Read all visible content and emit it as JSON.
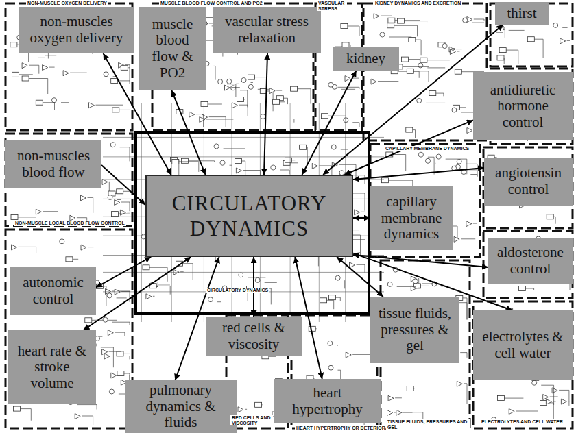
{
  "diagram": {
    "nodes": [
      {
        "text": [
          "non-muscles oxygen delivery"
        ]
      },
      {
        "text": [
          "muscle blood flow & PO2"
        ]
      },
      {
        "text": [
          "vascular stress relaxation"
        ]
      },
      {
        "text": [
          "kidney"
        ]
      },
      {
        "text": [
          "thirst"
        ]
      },
      {
        "text": [
          "antidiuretic hormone control"
        ]
      },
      {
        "text": [
          "non-muscles blood flow"
        ]
      },
      {
        "text": [
          "angiotensin control"
        ]
      },
      {
        "text": [
          "CIRCULATORY DYNAMICS"
        ]
      },
      {
        "text": [
          "capillary membrane dynamics"
        ]
      },
      {
        "text": [
          "aldosterone control"
        ]
      },
      {
        "text": [
          "autonomic control"
        ]
      },
      {
        "text": [
          "red cells & viscosity"
        ]
      },
      {
        "text": [
          "tissue fluids, pressures & gel"
        ]
      },
      {
        "text": [
          "electrolytes & cell water"
        ]
      },
      {
        "text": [
          "heart rate & stroke volume"
        ]
      },
      {
        "text": [
          "pulmonary dynamics & fluids"
        ]
      },
      {
        "text": [
          "heart hypertrophy"
        ]
      }
    ],
    "edges": [
      {
        "from": 0,
        "to": 8,
        "arrow": "both"
      },
      {
        "from": 1,
        "to": 8,
        "arrow": "both"
      },
      {
        "from": 2,
        "to": 8,
        "arrow": "both"
      },
      {
        "from": 3,
        "to": 8,
        "arrow": "both"
      },
      {
        "from": 4,
        "to": 8,
        "arrow": "both"
      },
      {
        "from": 5,
        "to": 8,
        "arrow": "both"
      },
      {
        "from": 6,
        "to": 8,
        "arrow": "to"
      },
      {
        "from": 7,
        "to": 8,
        "arrow": "both"
      },
      {
        "from": 9,
        "to": 8,
        "arrow": "both"
      },
      {
        "from": 10,
        "to": 8,
        "arrow": "both"
      },
      {
        "from": 11,
        "to": 8,
        "arrow": "both"
      },
      {
        "from": 12,
        "to": 8,
        "arrow": "both"
      },
      {
        "from": 13,
        "to": 8,
        "arrow": "both"
      },
      {
        "from": 14,
        "to": 8,
        "arrow": "both"
      },
      {
        "from": 15,
        "to": 8,
        "arrow": "both"
      },
      {
        "from": 16,
        "to": 8,
        "arrow": "both"
      },
      {
        "from": 17,
        "to": 8,
        "arrow": "both"
      }
    ],
    "labels": [
      "NON-MUSCLE OXYGEN DELIVERY",
      "MUSCLE BLOOD FLOW CONTROL AND PO2",
      "VASCULAR STRESS",
      "KIDNEY DYNAMICS AND EXCRETION",
      "CAPILLARY MEMBRANE DYNAMICS",
      "NON-MUSCLE LOCAL BLOOD FLOW CONTROL",
      "CIRCULATORY DYNAMICS",
      "RED CELLS AND VISCOSITY",
      "HEART HYPERTROPHY OR DETERIORATION",
      "TISSUE FLUIDS, PRESSURES AND GEL",
      "ELECTROLYTES AND CELL WATER"
    ]
  }
}
